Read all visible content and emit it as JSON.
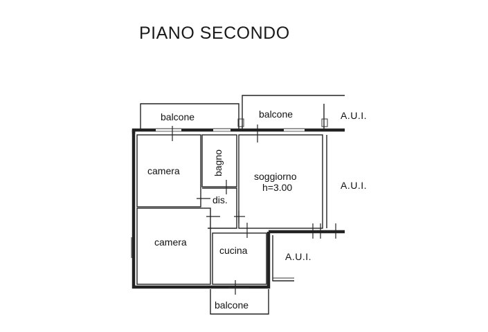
{
  "title": "PIANO SECONDO",
  "rooms": {
    "balcone_left": "balcone",
    "balcone_mid": "balcone",
    "balcone_bottom": "balcone",
    "camera_top": "camera",
    "camera_bottom": "camera",
    "bagno": "bagno",
    "dis": "dis.",
    "soggiorno": "soggiorno",
    "soggiorno_height": "h=3.00",
    "cucina": "cucina"
  },
  "aui_labels": {
    "top": "A.U.I.",
    "middle": "A.U.I.",
    "bottom": "A.U.I."
  }
}
